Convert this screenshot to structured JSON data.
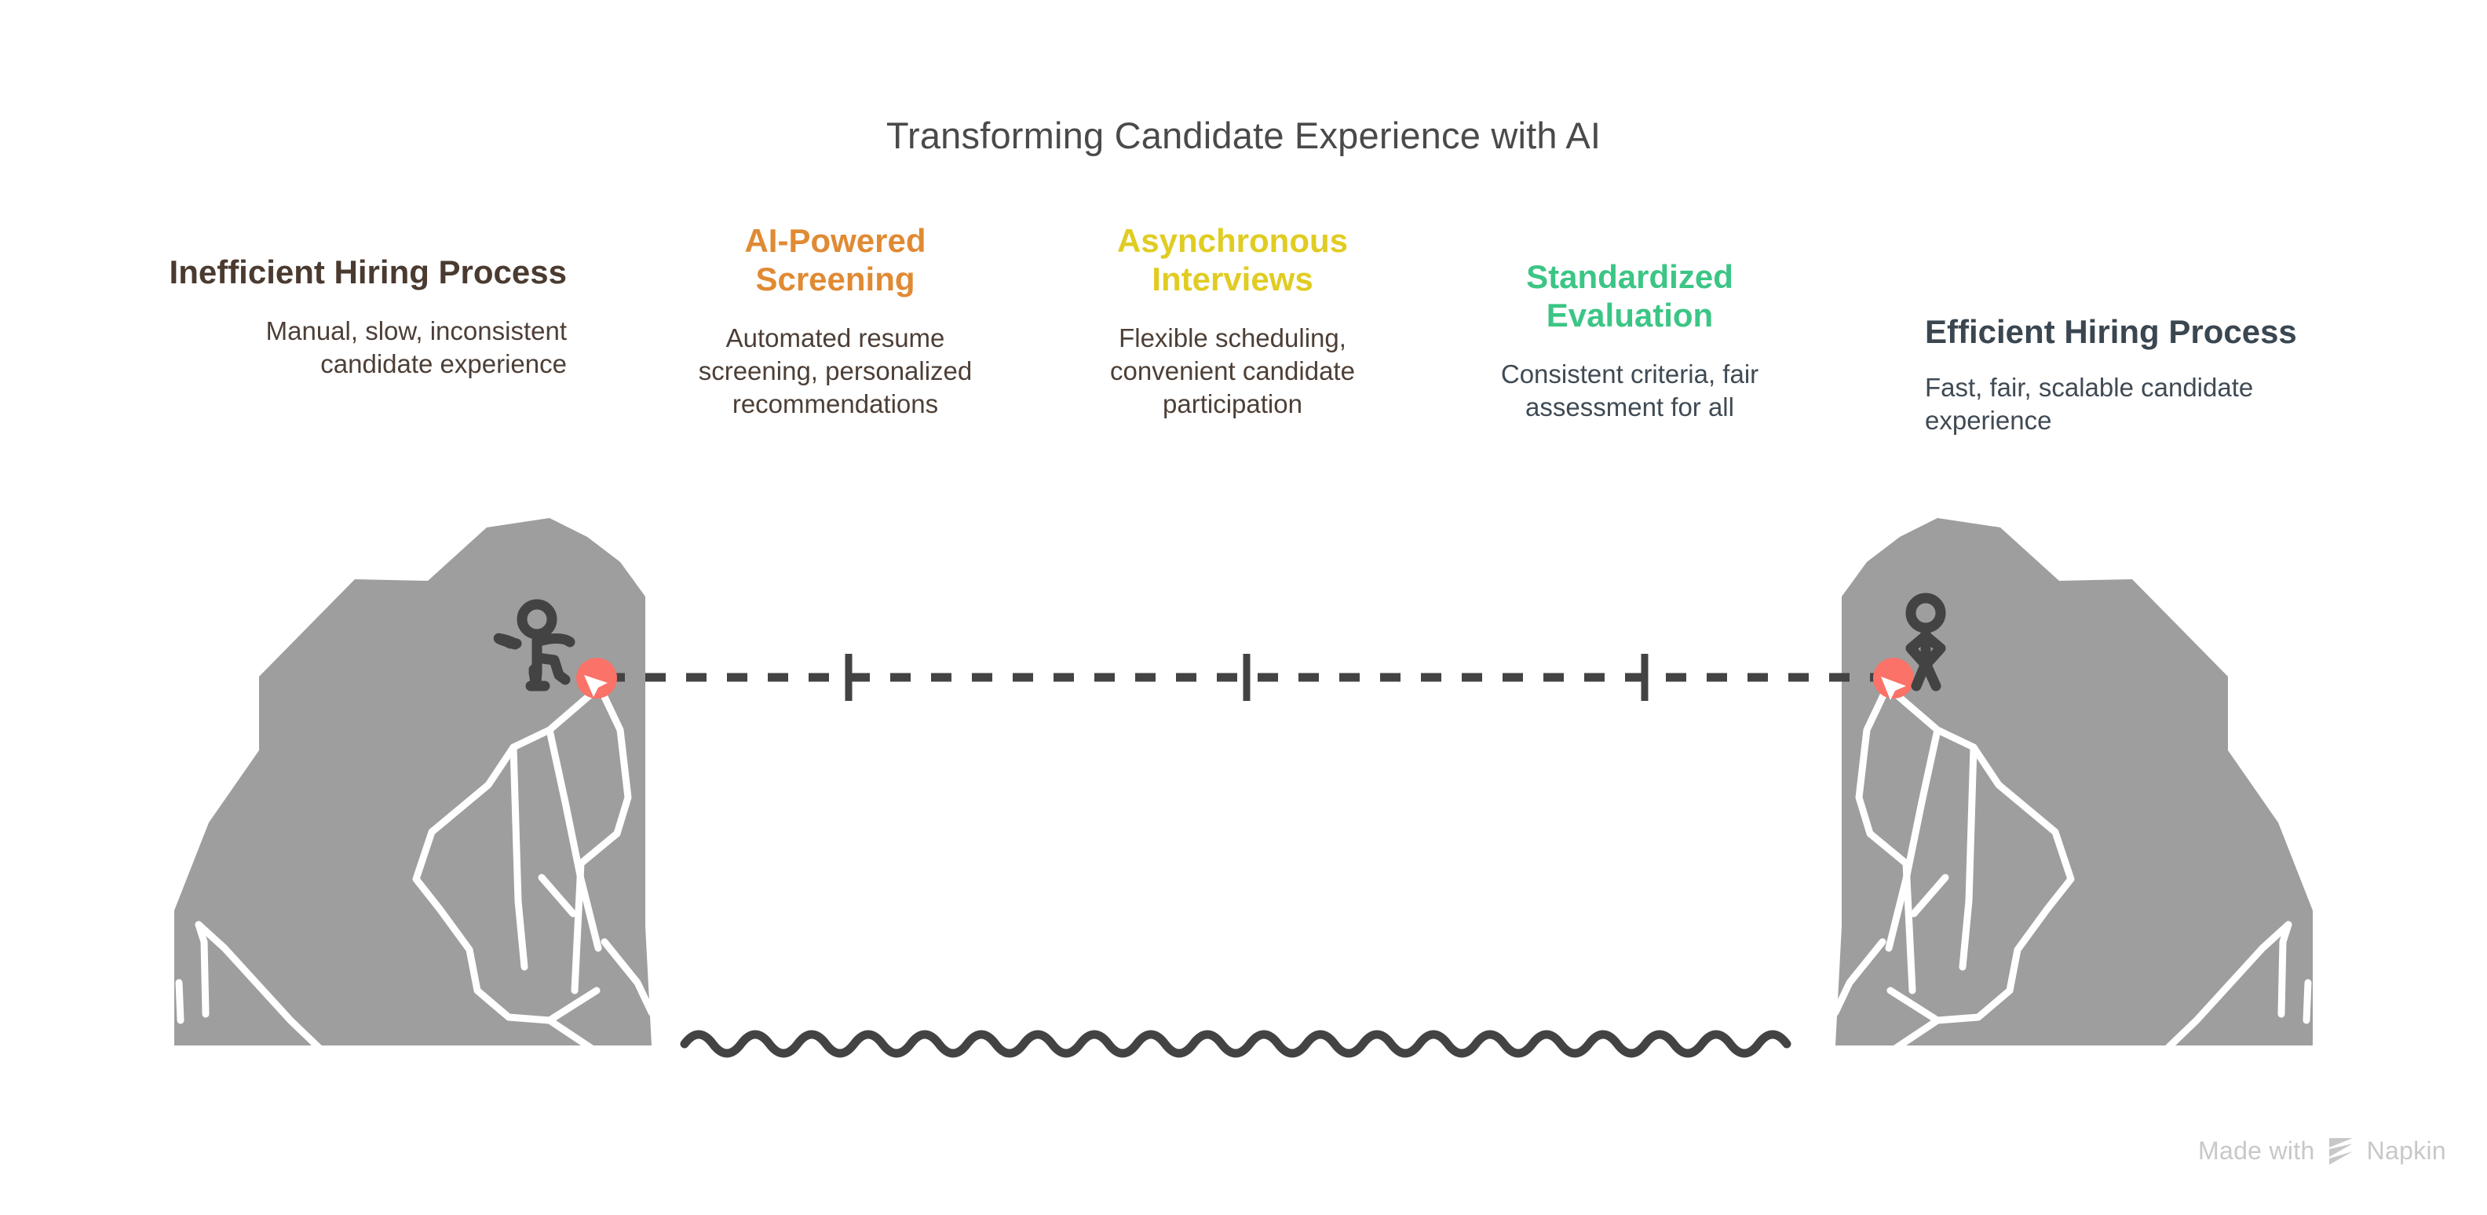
{
  "title": "Transforming Candidate Experience with AI",
  "colors": {
    "title": "#4a4a4a",
    "brown_heading": "#4a3a30",
    "brown_body": "#4d3f36",
    "orange": "#e08a33",
    "yellow": "#e0cc22",
    "green": "#3cc585",
    "slate_heading": "#3a4650",
    "slate_body": "#3f4a54",
    "mountain": "#9e9e9e",
    "crevasse": "#ffffff",
    "figure": "#434343",
    "marker": "#fa7268",
    "dashed_line": "#434343",
    "wave": "#434343",
    "watermark": "#c8c8c8"
  },
  "stages": [
    {
      "heading": "Inefficient Hiring Process",
      "description": "Manual, slow, inconsistent candidate experience",
      "heading_color": "#4a3a30",
      "body_color": "#4d3f36"
    },
    {
      "heading": "AI-Powered Screening",
      "description": "Automated resume screening, personalized recommendations",
      "heading_color": "#e08a33",
      "body_color": "#4d3f36"
    },
    {
      "heading": "Asynchronous Interviews",
      "description": "Flexible scheduling, convenient candidate participation",
      "heading_color": "#e0cc22",
      "body_color": "#4d3f36"
    },
    {
      "heading": "Standardized Evaluation",
      "description": "Consistent criteria, fair assessment for all",
      "heading_color": "#3cc585",
      "body_color": "#3f4a54"
    },
    {
      "heading": "Efficient Hiring Process",
      "description": "Fast, fair, scalable candidate experience",
      "heading_color": "#3a4650",
      "body_color": "#3f4a54"
    }
  ],
  "scene": {
    "left_mountain_label": "start-mountain",
    "right_mountain_label": "goal-mountain",
    "left_figure_label": "candidate-start-figure",
    "right_figure_label": "candidate-goal-figure",
    "left_marker_label": "start-marker",
    "right_marker_label": "goal-marker",
    "journey_tick_count": 3,
    "water_label": "water-wave"
  },
  "watermark": {
    "prefix": "Made with",
    "brand": "Napkin"
  }
}
